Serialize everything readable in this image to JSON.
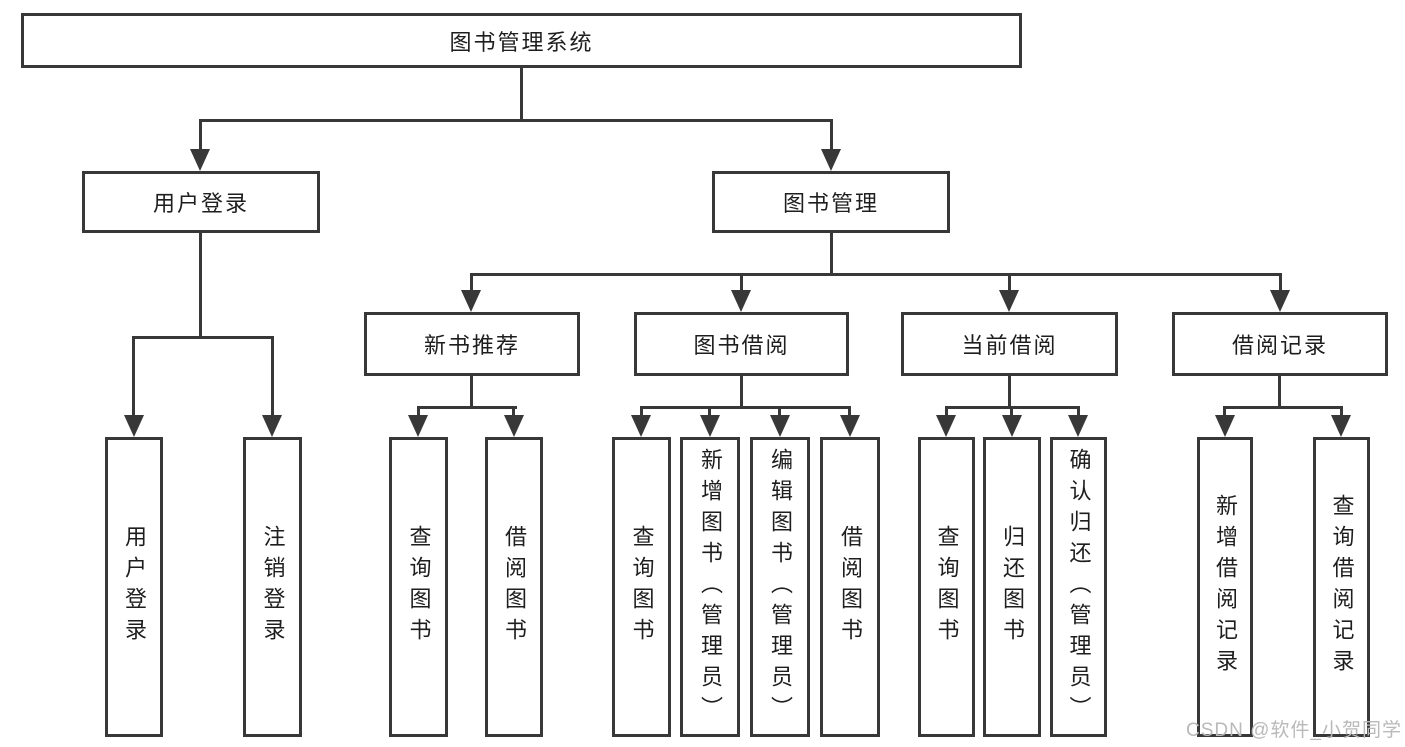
{
  "diagram_type": "tree",
  "colors": {
    "line": "#383838",
    "text": "#1e1e1e",
    "watermark": "#b9b9b9",
    "background": "#ffffff"
  },
  "watermark": {
    "text": "CSDN @软件_小贺同学"
  },
  "tree": {
    "label": "图书管理系统",
    "children": [
      {
        "label": "用户登录",
        "children": [
          {
            "label": "用户登录"
          },
          {
            "label": "注销登录"
          }
        ]
      },
      {
        "label": "图书管理",
        "children": [
          {
            "label": "新书推荐",
            "children": [
              {
                "label": "查询图书"
              },
              {
                "label": "借阅图书"
              }
            ]
          },
          {
            "label": "图书借阅",
            "children": [
              {
                "label": "查询图书"
              },
              {
                "label": "新增图书（管理员）"
              },
              {
                "label": "编辑图书（管理员）"
              },
              {
                "label": "借阅图书"
              }
            ]
          },
          {
            "label": "当前借阅",
            "children": [
              {
                "label": "查询图书"
              },
              {
                "label": "归还图书"
              },
              {
                "label": "确认归还（管理员）"
              }
            ]
          },
          {
            "label": "借阅记录",
            "children": [
              {
                "label": "新增借阅记录"
              },
              {
                "label": "查询借阅记录"
              }
            ]
          }
        ]
      }
    ]
  }
}
